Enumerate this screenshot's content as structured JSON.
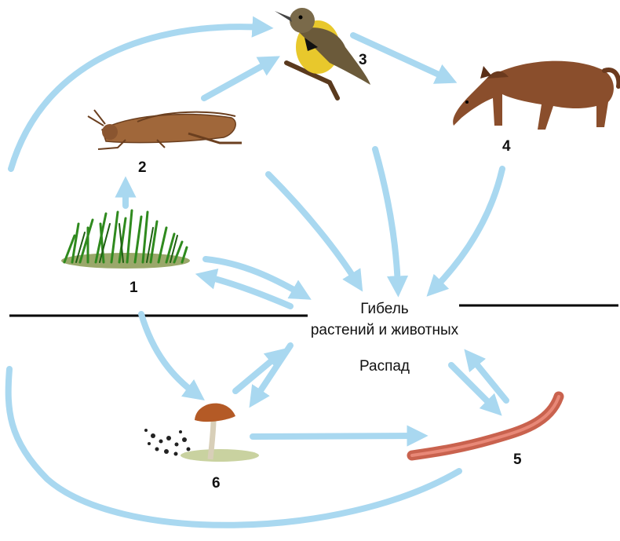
{
  "numbers": {
    "grass": "1",
    "grasshopper": "2",
    "bird": "3",
    "coyote": "4",
    "worm": "5",
    "fungi": "6"
  },
  "center": {
    "line1": "Гибель",
    "line2": "растений и животных",
    "decay": "Распад"
  },
  "colors": {
    "arrow": "#a9d8f0",
    "divider": "#000000"
  },
  "icons": [
    "grass-icon",
    "grasshopper-icon",
    "bird-icon",
    "coyote-icon",
    "earthworm-icon",
    "mushroom-icon"
  ]
}
